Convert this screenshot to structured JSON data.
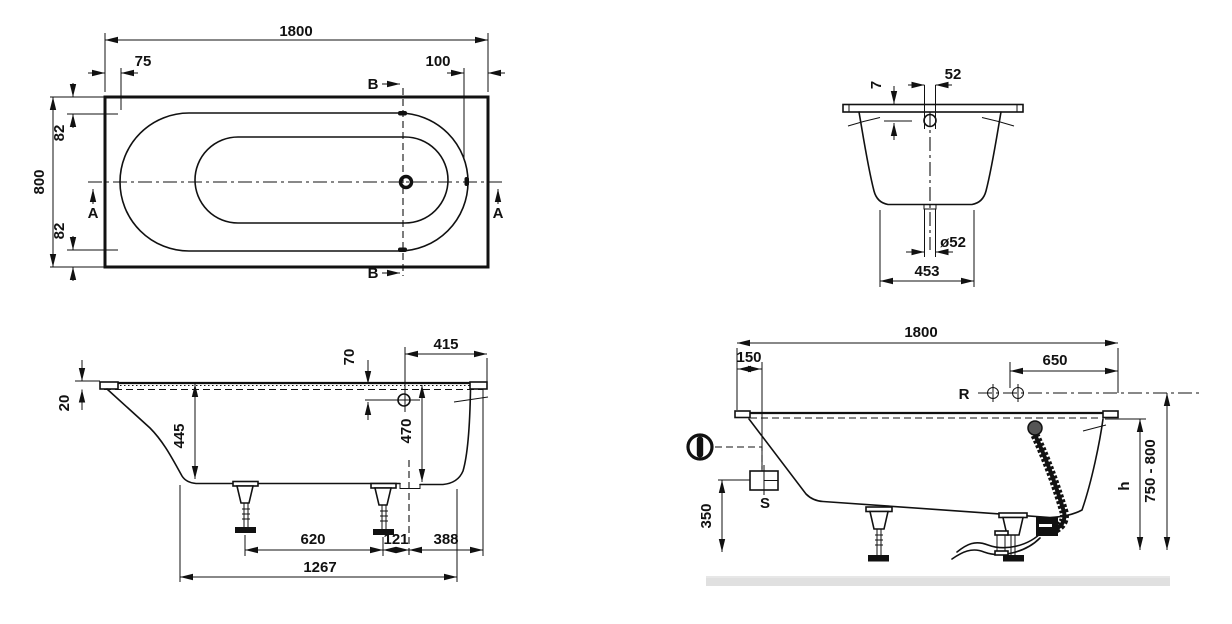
{
  "drawing_title": "bathtub-technical-drawing",
  "colors": {
    "ink": "#111111",
    "floor_shadow": "#e0e0e0",
    "background": "#ffffff"
  },
  "plan": {
    "length": "1800",
    "inset_left": "75",
    "inset_right": "100",
    "width": "800",
    "edge_top": "82",
    "edge_bottom": "82",
    "section_a": "A",
    "section_b": "B"
  },
  "end_section": {
    "overflow_dia": "52",
    "rim_lip": "7",
    "drain_dia": "ø52",
    "bottom_width": "453"
  },
  "side_section": {
    "deck_right": "415",
    "overflow_drop": "70",
    "rim_height": "20",
    "depth": "445",
    "overflow_height": "470",
    "feet_span": "620",
    "foot_to_drain": "121",
    "drain_to_end": "388",
    "base_length": "1267"
  },
  "installation": {
    "length": "1800",
    "supply_inset": "150",
    "tap_span": "650",
    "tap_label": "R",
    "supply_label": "S",
    "supply_height": "350",
    "height_label": "h",
    "install_height": "750 - 800"
  }
}
